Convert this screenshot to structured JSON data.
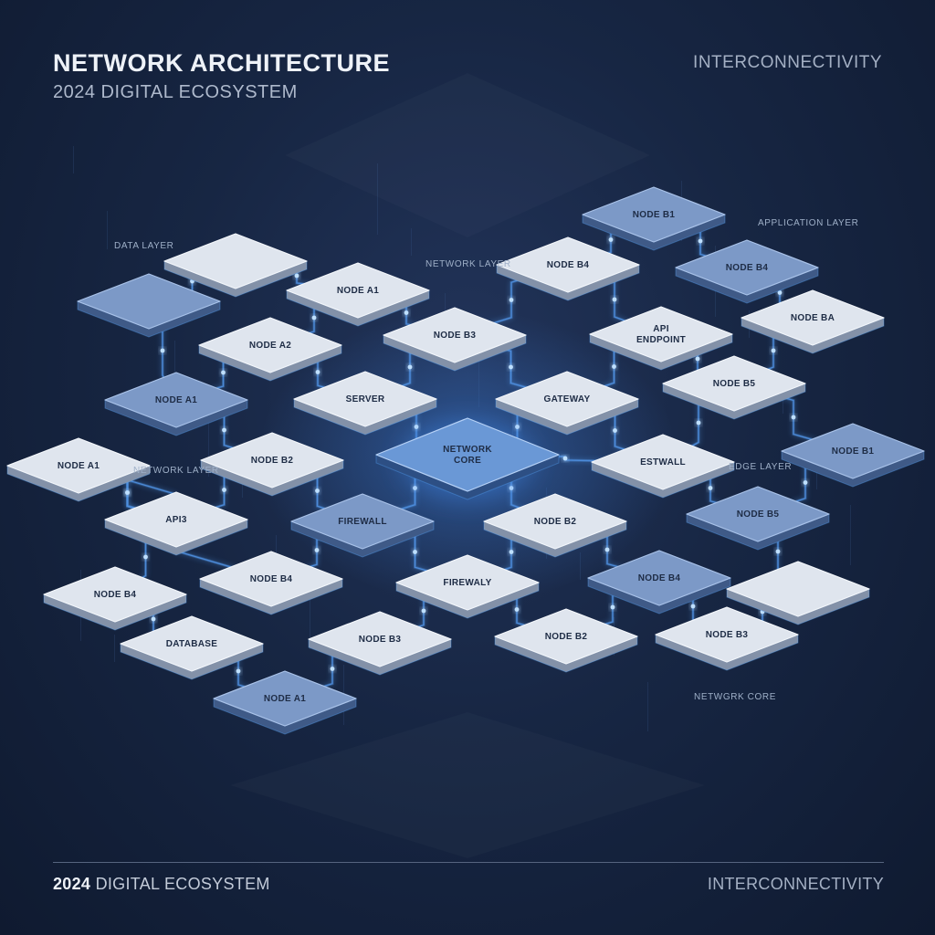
{
  "header": {
    "title": "NETWORK ARCHITECTURE",
    "subtitle": "2024 DIGITAL ECOSYSTEM",
    "tag": "INTERCONNECTIVITY"
  },
  "footer": {
    "year": "2024",
    "left_rest": "DIGITAL ECOSYSTEM",
    "right": "INTERCONNECTIVITY"
  },
  "colors": {
    "light_node": "#dde3ec",
    "blue_node": "#7d9ac8",
    "center_node": "#5f8fcf",
    "glow": "#5aa8ff",
    "line": "#4f8fe0"
  },
  "layer_labels": [
    "DATA LAYER",
    "NETWORK LAYER",
    "APPLICATION LAYER",
    "NETWORK LAYER",
    "EDGE LAYER",
    "NETWGRK CORE"
  ],
  "nodes": [
    {
      "label": "NODE B1",
      "style": "blue"
    },
    {
      "label": "NODE B4",
      "style": "light"
    },
    {
      "label": "NODE B4",
      "style": "blue"
    },
    {
      "label": "",
      "style": "light"
    },
    {
      "label": "NODE A1",
      "style": "light"
    },
    {
      "label": "",
      "style": "blue"
    },
    {
      "label": "NODE A2",
      "style": "light"
    },
    {
      "label": "NODE B3",
      "style": "light"
    },
    {
      "label": "API\nENDPOINT",
      "style": "light"
    },
    {
      "label": "NODE BA",
      "style": "light"
    },
    {
      "label": "NODE A1",
      "style": "blue"
    },
    {
      "label": "SERVER",
      "style": "light"
    },
    {
      "label": "GATEWAY",
      "style": "light"
    },
    {
      "label": "NODE B5",
      "style": "light"
    },
    {
      "label": "NODE A1",
      "style": "light"
    },
    {
      "label": "NODE B2",
      "style": "light"
    },
    {
      "label": "NETWORK\nCORE",
      "style": "center"
    },
    {
      "label": "ESTWALL",
      "style": "light"
    },
    {
      "label": "NODE B1",
      "style": "blue"
    },
    {
      "label": "API3",
      "style": "light"
    },
    {
      "label": "FIREWALL",
      "style": "blue"
    },
    {
      "label": "NODE B2",
      "style": "light"
    },
    {
      "label": "NODE B5",
      "style": "blue"
    },
    {
      "label": "NODE B4",
      "style": "light"
    },
    {
      "label": "NODE B4",
      "style": "light"
    },
    {
      "label": "FIREWALY",
      "style": "light"
    },
    {
      "label": "NODE B4",
      "style": "blue"
    },
    {
      "label": "",
      "style": "light"
    },
    {
      "label": "DATABASE",
      "style": "light"
    },
    {
      "label": "NODE B3",
      "style": "light"
    },
    {
      "label": "NODE B2",
      "style": "light"
    },
    {
      "label": "NODE B3",
      "style": "light"
    },
    {
      "label": "NODE A1",
      "style": "blue"
    }
  ],
  "connections": [
    [
      3,
      5
    ],
    [
      3,
      4
    ],
    [
      4,
      7
    ],
    [
      5,
      10
    ],
    [
      10,
      6
    ],
    [
      6,
      4
    ],
    [
      6,
      11
    ],
    [
      7,
      11
    ],
    [
      7,
      1
    ],
    [
      7,
      12
    ],
    [
      1,
      0
    ],
    [
      0,
      2
    ],
    [
      2,
      9
    ],
    [
      1,
      8
    ],
    [
      8,
      12
    ],
    [
      9,
      13
    ],
    [
      8,
      13
    ],
    [
      13,
      18
    ],
    [
      12,
      16
    ],
    [
      11,
      16
    ],
    [
      10,
      15
    ],
    [
      14,
      19
    ],
    [
      15,
      19
    ],
    [
      15,
      20
    ],
    [
      16,
      20
    ],
    [
      16,
      21
    ],
    [
      16,
      17
    ],
    [
      17,
      13
    ],
    [
      17,
      22
    ],
    [
      18,
      22
    ],
    [
      22,
      27
    ],
    [
      21,
      25
    ],
    [
      20,
      25
    ],
    [
      19,
      23
    ],
    [
      23,
      28
    ],
    [
      24,
      20
    ],
    [
      28,
      32
    ],
    [
      32,
      29
    ],
    [
      29,
      25
    ],
    [
      25,
      30
    ],
    [
      30,
      26
    ],
    [
      21,
      26
    ],
    [
      26,
      31
    ],
    [
      31,
      27
    ],
    [
      24,
      14
    ],
    [
      19,
      14
    ],
    [
      12,
      17
    ]
  ]
}
